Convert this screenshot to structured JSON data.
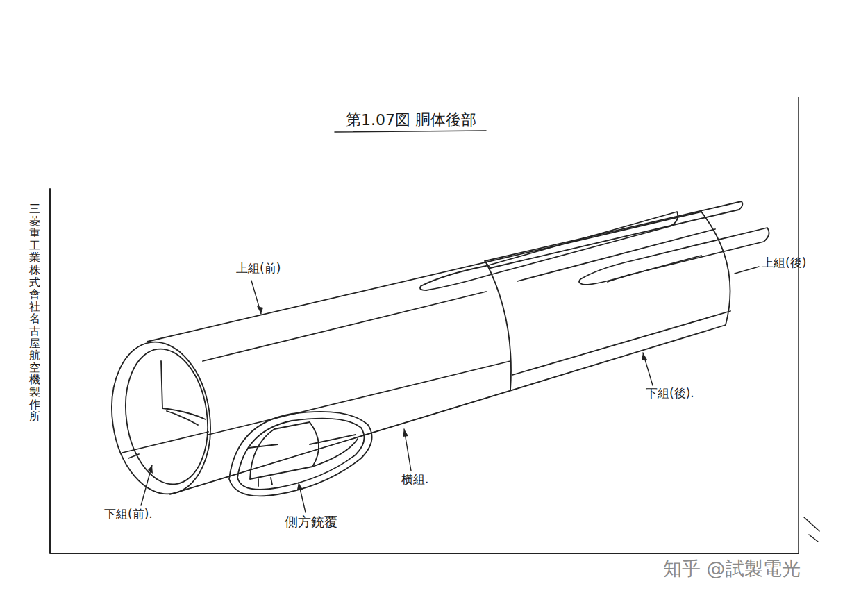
{
  "diagram": {
    "title": "第1.07図 胴体後部",
    "labels": [
      "三菱重工業株式會社名古屋航空機製作所",
      "上組(前)",
      "上組(後)",
      "下組(後).",
      "横組.",
      "下組(前).",
      "側方銃覆",
      "知乎 @試製電光"
    ]
  }
}
